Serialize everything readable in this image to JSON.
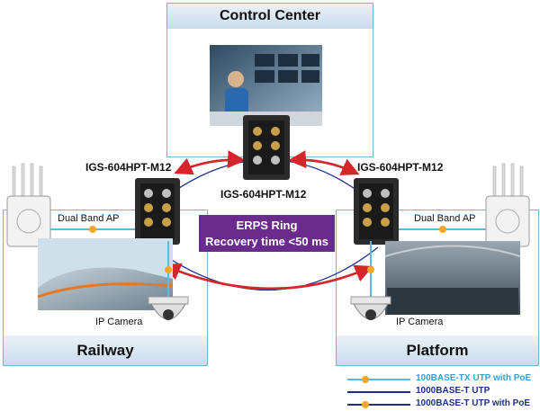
{
  "panels": {
    "control_center": "Control Center",
    "railway": "Railway",
    "platform": "Platform"
  },
  "devices": {
    "left_switch": "IGS-604HPT-M12",
    "center_switch": "IGS-604HPT-M12",
    "right_switch": "IGS-604HPT-M12"
  },
  "labels": {
    "dual_band_ap_left": "Dual Band AP",
    "dual_band_ap_right": "Dual Band AP",
    "ip_camera_left": "IP Camera",
    "ip_camera_right": "IP Camera"
  },
  "erps": {
    "line1": "ERPS Ring",
    "line2": "Recovery time <50 ms"
  },
  "legend": [
    {
      "text": "100BASE-TX UTP with PoE",
      "color": "#5fb8e0"
    },
    {
      "text": "1000BASE-T UTP",
      "color": "#1c2f8c"
    },
    {
      "text": "1000BASE-T UTP with PoE",
      "color": "#1c2f8c"
    }
  ],
  "colors": {
    "ring_arrow": "#d7262b",
    "ring_line": "#1c2f8c",
    "poe_line": "#5fb8e0",
    "poe_dot": "#f5a623",
    "erps_box": "#6a2b8c"
  }
}
